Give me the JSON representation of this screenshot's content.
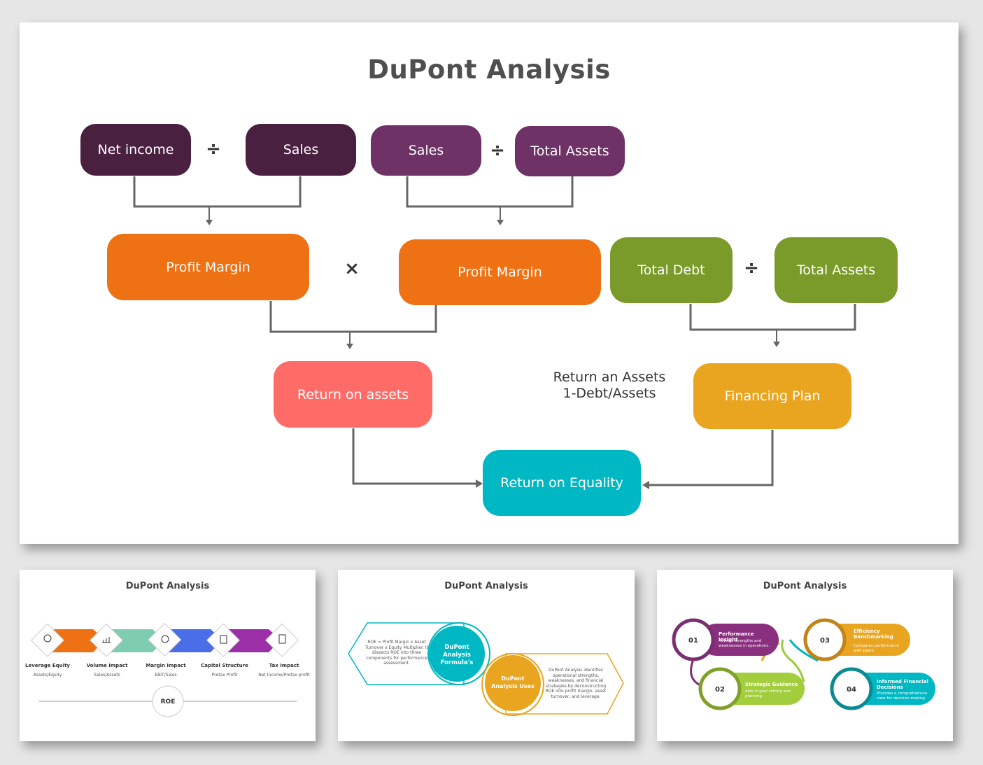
{
  "main": {
    "title": "DuPont Analysis",
    "boxes": {
      "net_income": "Net income",
      "sales1": "Sales",
      "sales2": "Sales",
      "total_assets1": "Total Assets",
      "profit_margin1": "Profit Margin",
      "profit_margin2": "Profit Margin",
      "total_debt": "Total Debt",
      "total_assets2": "Total Assets",
      "return_on_assets": "Return on assets",
      "financing_plan": "Financing Plan",
      "return_on_equality": "Return on Equality"
    },
    "operators": {
      "div1": "÷",
      "div2": "÷",
      "mult": "×",
      "div3": "÷"
    },
    "formula_line1": "Return an Assets",
    "formula_line2": "1-Debt/Assets"
  },
  "thumb1": {
    "title": "DuPont Analysis",
    "items": [
      {
        "label": "Leverage Equity",
        "sub": "Assets/Equity",
        "icon": "balance-scale-icon"
      },
      {
        "label": "Volume Impact",
        "sub": "Sales/Assets",
        "icon": "bar-chart-icon"
      },
      {
        "label": "Margin Impact",
        "sub": "EBIT/Sales",
        "icon": "gears-icon"
      },
      {
        "label": "Capital Structure",
        "sub": "Pretax Profit",
        "icon": "building-icon"
      },
      {
        "label": "Tax Impact",
        "sub": "Net Income/Pretax profit",
        "icon": "document-icon"
      }
    ],
    "center_label": "ROE"
  },
  "thumb2": {
    "title": "DuPont Analysis",
    "circle1": "DuPont Analysis Formula's",
    "circle2": "DuPont Analysis Uses",
    "text1": "ROE = Profit Margin x Asset Turnover x Equity Multiplier. It dissects ROE into three components for performance assessment.",
    "text2": "DuPont Analysis identifies operational strengths, weaknesses, and financial strategies by deconstructing ROE into profit margin, asset turnover, and leverage."
  },
  "thumb3": {
    "title": "DuPont Analysis",
    "items": [
      {
        "num": "01",
        "title": "Performance Insight",
        "desc": "Reveals strengths and weaknesses in operations."
      },
      {
        "num": "02",
        "title": "Strategic Guidance",
        "desc": "Aids in goal setting and planning."
      },
      {
        "num": "03",
        "title": "Efficiency Benchmarking",
        "desc": "Compares performance with peers."
      },
      {
        "num": "04",
        "title": "Informed Financial Decisions",
        "desc": "Provides a comprehensive view for decision-making."
      }
    ]
  },
  "colors": {
    "dark_plum": "#4a2040",
    "purple": "#6e3266",
    "orange": "#ee7113",
    "green": "#7a9b2a",
    "coral": "#ff6b66",
    "amber": "#eaa520",
    "teal": "#00b8c3",
    "connector": "#666666"
  }
}
